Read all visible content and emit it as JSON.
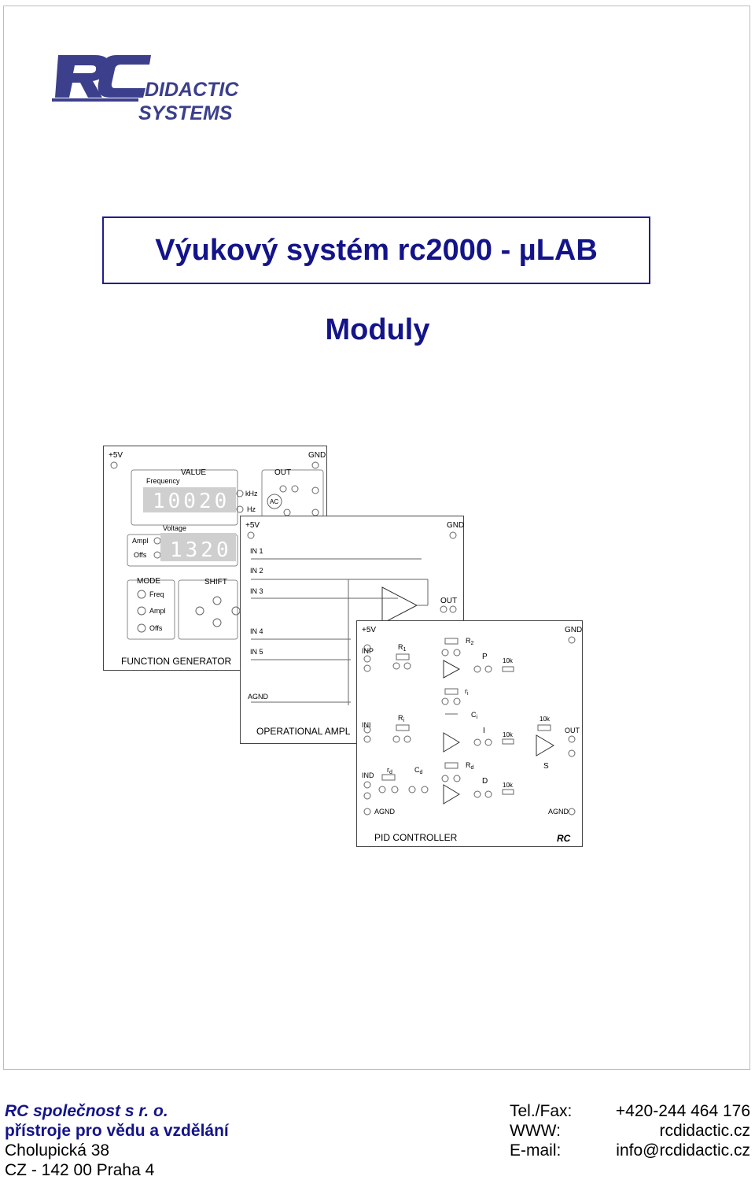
{
  "logo": {
    "main": "RC",
    "line1": "DIDACTIC",
    "line2": "SYSTEMS"
  },
  "title": "Výukový systém rc2000 - µLAB",
  "subtitle": "Moduly",
  "function_generator": {
    "plus5v": "+5V",
    "gnd": "GND",
    "value": "VALUE",
    "out": "OUT",
    "frequency": "Frequency",
    "khz": "kHz",
    "hz": "Hz",
    "ac": "AC",
    "freq_display": "10020",
    "voltage": "Voltage",
    "volt_display": "1320",
    "ampl": "Ampl",
    "offs": "Offs",
    "mode": "MODE",
    "shift": "SHIFT",
    "mode_freq": "Freq",
    "mode_ampl": "Ampl",
    "mode_offs": "Offs",
    "name": "FUNCTION GENERATOR"
  },
  "op_amp": {
    "plus5v": "+5V",
    "gnd": "GND",
    "in1": "IN 1",
    "in2": "IN 2",
    "in3": "IN 3",
    "in4": "IN 4",
    "in5": "IN 5",
    "out": "OUT",
    "agnd": "AGND",
    "name": "OPERATIONAL AMPL"
  },
  "pid": {
    "plus5v": "+5V",
    "gnd": "GND",
    "inp": "INP",
    "ini": "INI",
    "ind": "IND",
    "r1": "R",
    "r1_sub": "1",
    "r2": "R",
    "r2_sub": "2",
    "ri": "r",
    "ri_sub": "i",
    "Ri": "R",
    "Ri_sub": "i",
    "ci": "C",
    "ci_sub": "i",
    "rd": "r",
    "rd_sub": "d",
    "cd": "C",
    "cd_sub": "d",
    "Rd": "R",
    "Rd_sub": "d",
    "p": "P",
    "i": "I",
    "d": "D",
    "s": "S",
    "k10": "10k",
    "out": "OUT",
    "agnd": "AGND",
    "name": "PID CONTROLLER",
    "brand": "RC"
  },
  "footer": {
    "company": "RC společnost s r. o.",
    "tagline": "přístroje pro vědu a vzdělání",
    "street": "Cholupická 38",
    "city": "CZ - 142 00 Praha 4",
    "tel_label": "Tel./Fax:",
    "tel_value": "+420-244 464 176",
    "www_label": "WWW:",
    "www_value": "rcdidactic.cz",
    "email_label": "E-mail:",
    "email_value": "info@rcdidactic.cz"
  },
  "colors": {
    "brand": "#14148a",
    "logo_fill": "#3b3f8c"
  }
}
